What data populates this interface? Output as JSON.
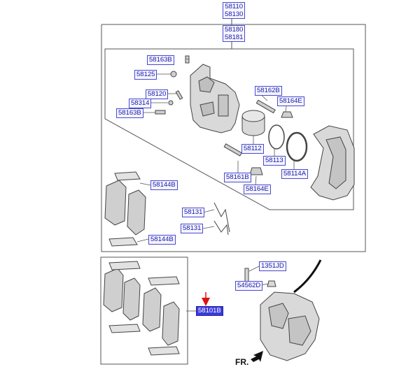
{
  "labels": {
    "assy_58110": "58110",
    "assy_58130": "58130",
    "caliper_58180": "58180",
    "caliper_58181": "58181",
    "p_58163B_top": "58163B",
    "p_58125": "58125",
    "p_58120": "58120",
    "p_58314": "58314",
    "p_58163B_low": "58163B",
    "p_58162B": "58162B",
    "p_58164E_top": "58164E",
    "p_58112": "58112",
    "p_58113": "58113",
    "p_58114A": "58114A",
    "p_58161B": "58161B",
    "p_58164E_low": "58164E",
    "p_58144B_top": "58144B",
    "p_58131_top": "58131",
    "p_58131_low": "58131",
    "p_58144B_low": "58144B",
    "p_1351JD": "1351JD",
    "p_54562D": "54562D",
    "p_58101B": "58101B"
  },
  "direction_label": "FR.",
  "colors": {
    "label_border": "#4a4ad0",
    "label_text": "#1a1aa6",
    "selected_fill": "#3b3bdc",
    "indicator_arrow": "#e01010",
    "part_fill": "#d9d9d9",
    "part_stroke": "#444444"
  }
}
